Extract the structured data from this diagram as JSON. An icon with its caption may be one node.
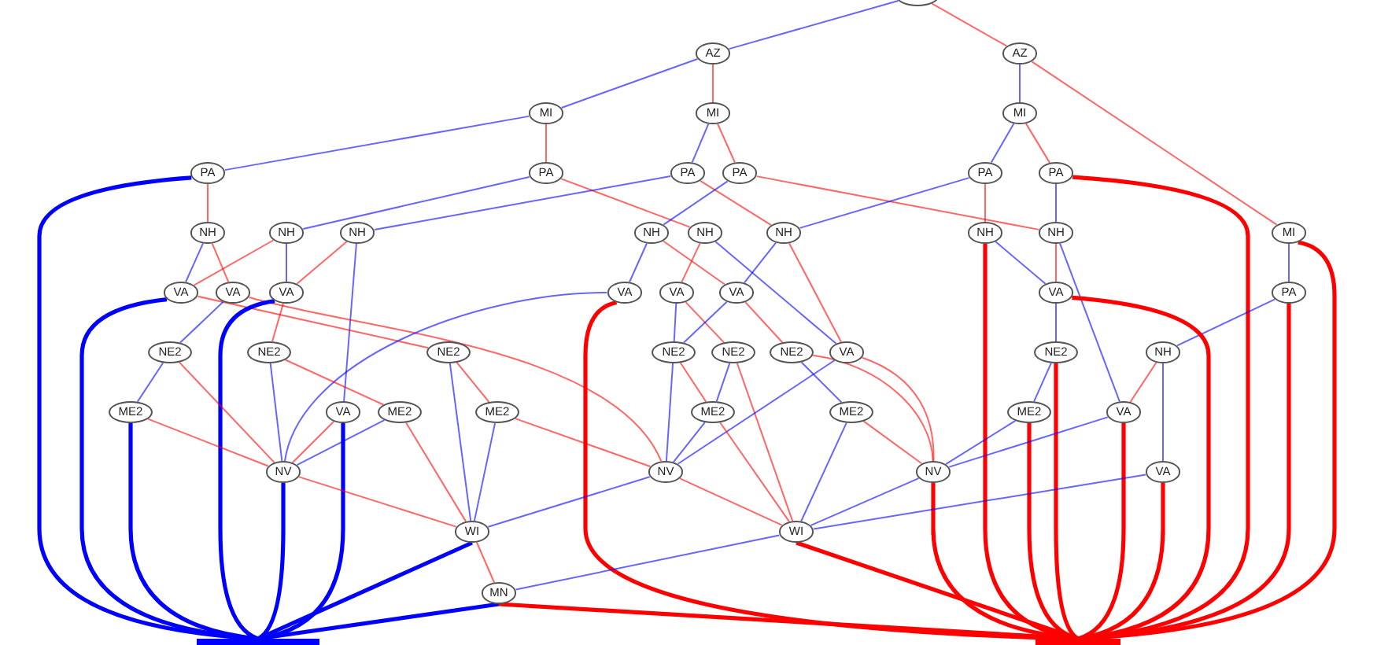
{
  "diagram": {
    "nodes": [
      {
        "text": [],
        "shape": "circle"
      },
      {
        "text": [
          "AZ"
        ]
      },
      {
        "text": [
          "AZ"
        ]
      },
      {
        "text": [
          "MI"
        ]
      },
      {
        "text": [
          "MI"
        ]
      },
      {
        "text": [
          "MI"
        ]
      },
      {
        "text": [
          "PA"
        ]
      },
      {
        "text": [
          "PA"
        ]
      },
      {
        "text": [
          "PA"
        ]
      },
      {
        "text": [
          "PA"
        ]
      },
      {
        "text": [
          "PA"
        ]
      },
      {
        "text": [
          "PA"
        ]
      },
      {
        "text": [
          "NH"
        ]
      },
      {
        "text": [
          "NH"
        ]
      },
      {
        "text": [
          "NH"
        ]
      },
      {
        "text": [
          "NH"
        ]
      },
      {
        "text": [
          "NH"
        ]
      },
      {
        "text": [
          "NH"
        ]
      },
      {
        "text": [
          "NH"
        ]
      },
      {
        "text": [
          "NH"
        ]
      },
      {
        "text": [
          "MI"
        ]
      },
      {
        "text": [
          "VA"
        ]
      },
      {
        "text": [
          "VA"
        ]
      },
      {
        "text": [
          "VA"
        ]
      },
      {
        "text": [
          "VA"
        ]
      },
      {
        "text": [
          "VA"
        ]
      },
      {
        "text": [
          "VA"
        ]
      },
      {
        "text": [
          "VA"
        ]
      },
      {
        "text": [
          "PA"
        ]
      },
      {
        "text": [
          "NE2"
        ]
      },
      {
        "text": [
          "NE2"
        ]
      },
      {
        "text": [
          "NE2"
        ]
      },
      {
        "text": [
          "NE2"
        ]
      },
      {
        "text": [
          "NE2"
        ]
      },
      {
        "text": [
          "NE2"
        ]
      },
      {
        "text": [
          "VA"
        ]
      },
      {
        "text": [
          "NE2"
        ]
      },
      {
        "text": [
          "NH"
        ]
      },
      {
        "text": [
          "ME2"
        ]
      },
      {
        "text": [
          "VA"
        ]
      },
      {
        "text": [
          "ME2"
        ]
      },
      {
        "text": [
          "ME2"
        ]
      },
      {
        "text": [
          "ME2"
        ]
      },
      {
        "text": [
          "ME2"
        ]
      },
      {
        "text": [
          "ME2"
        ]
      },
      {
        "text": [
          "VA"
        ]
      },
      {
        "text": [
          "NV"
        ]
      },
      {
        "text": [
          "NV"
        ]
      },
      {
        "text": [
          "NV"
        ]
      },
      {
        "text": [
          "VA"
        ]
      },
      {
        "text": [
          "WI"
        ]
      },
      {
        "text": [
          "WI"
        ]
      },
      {
        "text": [
          "MN"
        ]
      },
      {
        "text": [],
        "shape": "bar"
      },
      {
        "text": [],
        "shape": "bar"
      }
    ],
    "edges": [
      {
        "from": 0,
        "to": 1,
        "arrow": "none"
      },
      {
        "from": 0,
        "to": 2,
        "arrow": "none",
        "color": "#ff0000"
      },
      {
        "from": 1,
        "to": 3,
        "arrow": "none"
      },
      {
        "from": 1,
        "to": 4,
        "arrow": "none",
        "color": "#ff0000"
      },
      {
        "from": 2,
        "to": 5,
        "arrow": "none"
      },
      {
        "from": 2,
        "to": 20,
        "arrow": "none",
        "color": "#ff0000"
      },
      {
        "from": 3,
        "to": 6,
        "arrow": "none"
      },
      {
        "from": 3,
        "to": 7,
        "arrow": "none",
        "color": "#ff0000"
      },
      {
        "from": 4,
        "to": 8,
        "arrow": "none"
      },
      {
        "from": 4,
        "to": 9,
        "arrow": "none",
        "color": "#ff0000"
      },
      {
        "from": 5,
        "to": 10,
        "arrow": "none"
      },
      {
        "from": 5,
        "to": 11,
        "arrow": "none",
        "color": "#ff0000"
      },
      {
        "from": 6,
        "to": 12,
        "arrow": "none",
        "color": "#ff0000"
      },
      {
        "from": 6,
        "to": 53,
        "arrow": "none",
        "style": "thick"
      },
      {
        "from": 7,
        "to": 13,
        "arrow": "none"
      },
      {
        "from": 7,
        "to": 16,
        "arrow": "none",
        "color": "#ff0000"
      },
      {
        "from": 8,
        "to": 14,
        "arrow": "none"
      },
      {
        "from": 8,
        "to": 17,
        "arrow": "none",
        "color": "#ff0000"
      },
      {
        "from": 9,
        "to": 15,
        "arrow": "none"
      },
      {
        "from": 9,
        "to": 19,
        "arrow": "none",
        "color": "#ff0000"
      },
      {
        "from": 10,
        "to": 17,
        "arrow": "none"
      },
      {
        "from": 10,
        "to": 18,
        "arrow": "none",
        "color": "#ff0000"
      },
      {
        "from": 11,
        "to": 19,
        "arrow": "none"
      },
      {
        "from": 11,
        "to": 54,
        "arrow": "none",
        "style": "thick",
        "color": "#ff0000"
      },
      {
        "from": 20,
        "to": 28,
        "arrow": "none"
      },
      {
        "from": 20,
        "to": 54,
        "arrow": "none",
        "style": "thick",
        "color": "#ff0000"
      },
      {
        "from": 28,
        "to": 37,
        "arrow": "none"
      },
      {
        "from": 28,
        "to": 54,
        "arrow": "none",
        "style": "thick",
        "color": "#ff0000"
      },
      {
        "from": 12,
        "to": 21,
        "arrow": "none"
      },
      {
        "from": 12,
        "to": 22,
        "arrow": "none",
        "color": "#ff0000"
      },
      {
        "from": 13,
        "to": 21,
        "arrow": "none",
        "color": "#ff0000"
      },
      {
        "from": 13,
        "to": 23,
        "arrow": "none"
      },
      {
        "from": 14,
        "to": 23,
        "arrow": "none",
        "color": "#ff0000"
      },
      {
        "from": 14,
        "to": 39,
        "arrow": "none"
      },
      {
        "from": 15,
        "to": 24,
        "arrow": "none"
      },
      {
        "from": 15,
        "to": 26,
        "arrow": "none",
        "color": "#ff0000"
      },
      {
        "from": 16,
        "to": 25,
        "arrow": "none",
        "color": "#ff0000"
      },
      {
        "from": 16,
        "to": 35,
        "arrow": "none"
      },
      {
        "from": 17,
        "to": 26,
        "arrow": "none"
      },
      {
        "from": 17,
        "to": 35,
        "arrow": "none",
        "color": "#ff0000"
      },
      {
        "from": 18,
        "to": 27,
        "arrow": "none"
      },
      {
        "from": 18,
        "to": 54,
        "arrow": "none",
        "style": "thick",
        "color": "#ff0000"
      },
      {
        "from": 19,
        "to": 27,
        "arrow": "none",
        "color": "#ff0000"
      },
      {
        "from": 19,
        "to": 45,
        "arrow": "none"
      },
      {
        "from": 21,
        "to": 53,
        "arrow": "none",
        "style": "thick"
      },
      {
        "from": 21,
        "to": 31,
        "arrow": "none",
        "color": "#ff0000"
      },
      {
        "from": 22,
        "to": 29,
        "arrow": "none"
      },
      {
        "from": 22,
        "to": 47,
        "arrow": "none",
        "color": "#ff0000"
      },
      {
        "from": 23,
        "to": 53,
        "arrow": "none",
        "style": "thick"
      },
      {
        "from": 23,
        "to": 30,
        "arrow": "none",
        "color": "#ff0000"
      },
      {
        "from": 24,
        "to": 46,
        "arrow": "none"
      },
      {
        "from": 24,
        "to": 54,
        "arrow": "none",
        "style": "thick",
        "color": "#ff0000"
      },
      {
        "from": 25,
        "to": 32,
        "arrow": "none"
      },
      {
        "from": 25,
        "to": 33,
        "arrow": "none",
        "color": "#ff0000"
      },
      {
        "from": 26,
        "to": 32,
        "arrow": "none"
      },
      {
        "from": 26,
        "to": 34,
        "arrow": "none",
        "color": "#ff0000"
      },
      {
        "from": 27,
        "to": 36,
        "arrow": "none"
      },
      {
        "from": 27,
        "to": 54,
        "arrow": "none",
        "style": "thick",
        "color": "#ff0000"
      },
      {
        "from": 29,
        "to": 38,
        "arrow": "none"
      },
      {
        "from": 29,
        "to": 46,
        "arrow": "none",
        "color": "#ff0000"
      },
      {
        "from": 30,
        "to": 46,
        "arrow": "none"
      },
      {
        "from": 30,
        "to": 40,
        "arrow": "none",
        "color": "#ff0000"
      },
      {
        "from": 31,
        "to": 50,
        "arrow": "none"
      },
      {
        "from": 31,
        "to": 41,
        "arrow": "none",
        "color": "#ff0000"
      },
      {
        "from": 32,
        "to": 47,
        "arrow": "none"
      },
      {
        "from": 32,
        "to": 42,
        "arrow": "none",
        "color": "#ff0000"
      },
      {
        "from": 33,
        "to": 42,
        "arrow": "none"
      },
      {
        "from": 33,
        "to": 51,
        "arrow": "none",
        "color": "#ff0000"
      },
      {
        "from": 34,
        "to": 43,
        "arrow": "none"
      },
      {
        "from": 34,
        "to": 48,
        "arrow": "none",
        "color": "#ff0000"
      },
      {
        "from": 35,
        "to": 47,
        "arrow": "none"
      },
      {
        "from": 35,
        "to": 48,
        "arrow": "none",
        "color": "#ff0000"
      },
      {
        "from": 36,
        "to": 44,
        "arrow": "none"
      },
      {
        "from": 36,
        "to": 54,
        "arrow": "none",
        "style": "thick",
        "color": "#ff0000"
      },
      {
        "from": 37,
        "to": 49,
        "arrow": "none"
      },
      {
        "from": 37,
        "to": 45,
        "arrow": "none",
        "color": "#ff0000"
      },
      {
        "from": 38,
        "to": 53,
        "arrow": "none",
        "style": "thick"
      },
      {
        "from": 38,
        "to": 46,
        "arrow": "none",
        "color": "#ff0000"
      },
      {
        "from": 39,
        "to": 53,
        "arrow": "none",
        "style": "thick"
      },
      {
        "from": 39,
        "to": 46,
        "arrow": "none",
        "color": "#ff0000"
      },
      {
        "from": 40,
        "to": 46,
        "arrow": "none"
      },
      {
        "from": 40,
        "to": 50,
        "arrow": "none",
        "color": "#ff0000"
      },
      {
        "from": 41,
        "to": 50,
        "arrow": "none"
      },
      {
        "from": 41,
        "to": 47,
        "arrow": "none",
        "color": "#ff0000"
      },
      {
        "from": 42,
        "to": 47,
        "arrow": "none"
      },
      {
        "from": 42,
        "to": 51,
        "arrow": "none",
        "color": "#ff0000"
      },
      {
        "from": 43,
        "to": 51,
        "arrow": "none"
      },
      {
        "from": 43,
        "to": 48,
        "arrow": "none",
        "color": "#ff0000"
      },
      {
        "from": 44,
        "to": 48,
        "arrow": "none"
      },
      {
        "from": 44,
        "to": 54,
        "arrow": "none",
        "style": "thick",
        "color": "#ff0000"
      },
      {
        "from": 45,
        "to": 48,
        "arrow": "none"
      },
      {
        "from": 45,
        "to": 54,
        "arrow": "none",
        "style": "thick",
        "color": "#ff0000"
      },
      {
        "from": 46,
        "to": 53,
        "arrow": "none",
        "style": "thick"
      },
      {
        "from": 46,
        "to": 50,
        "arrow": "none",
        "color": "#ff0000"
      },
      {
        "from": 47,
        "to": 50,
        "arrow": "none"
      },
      {
        "from": 47,
        "to": 51,
        "arrow": "none",
        "color": "#ff0000"
      },
      {
        "from": 48,
        "to": 51,
        "arrow": "none"
      },
      {
        "from": 48,
        "to": 54,
        "arrow": "none",
        "style": "thick",
        "color": "#ff0000"
      },
      {
        "from": 49,
        "to": 51,
        "arrow": "none"
      },
      {
        "from": 49,
        "to": 54,
        "arrow": "none",
        "style": "thick",
        "color": "#ff0000"
      },
      {
        "from": 50,
        "to": 53,
        "arrow": "none",
        "style": "thick"
      },
      {
        "from": 50,
        "to": 52,
        "arrow": "none",
        "color": "#ff0000"
      },
      {
        "from": 51,
        "to": 52,
        "arrow": "none"
      },
      {
        "from": 51,
        "to": 54,
        "arrow": "none",
        "style": "thick",
        "color": "#ff0000"
      },
      {
        "from": 52,
        "to": 53,
        "arrow": "none",
        "style": "thick"
      },
      {
        "from": 52,
        "to": 54,
        "arrow": "none",
        "style": "thick",
        "color": "#ff0000"
      }
    ]
  }
}
